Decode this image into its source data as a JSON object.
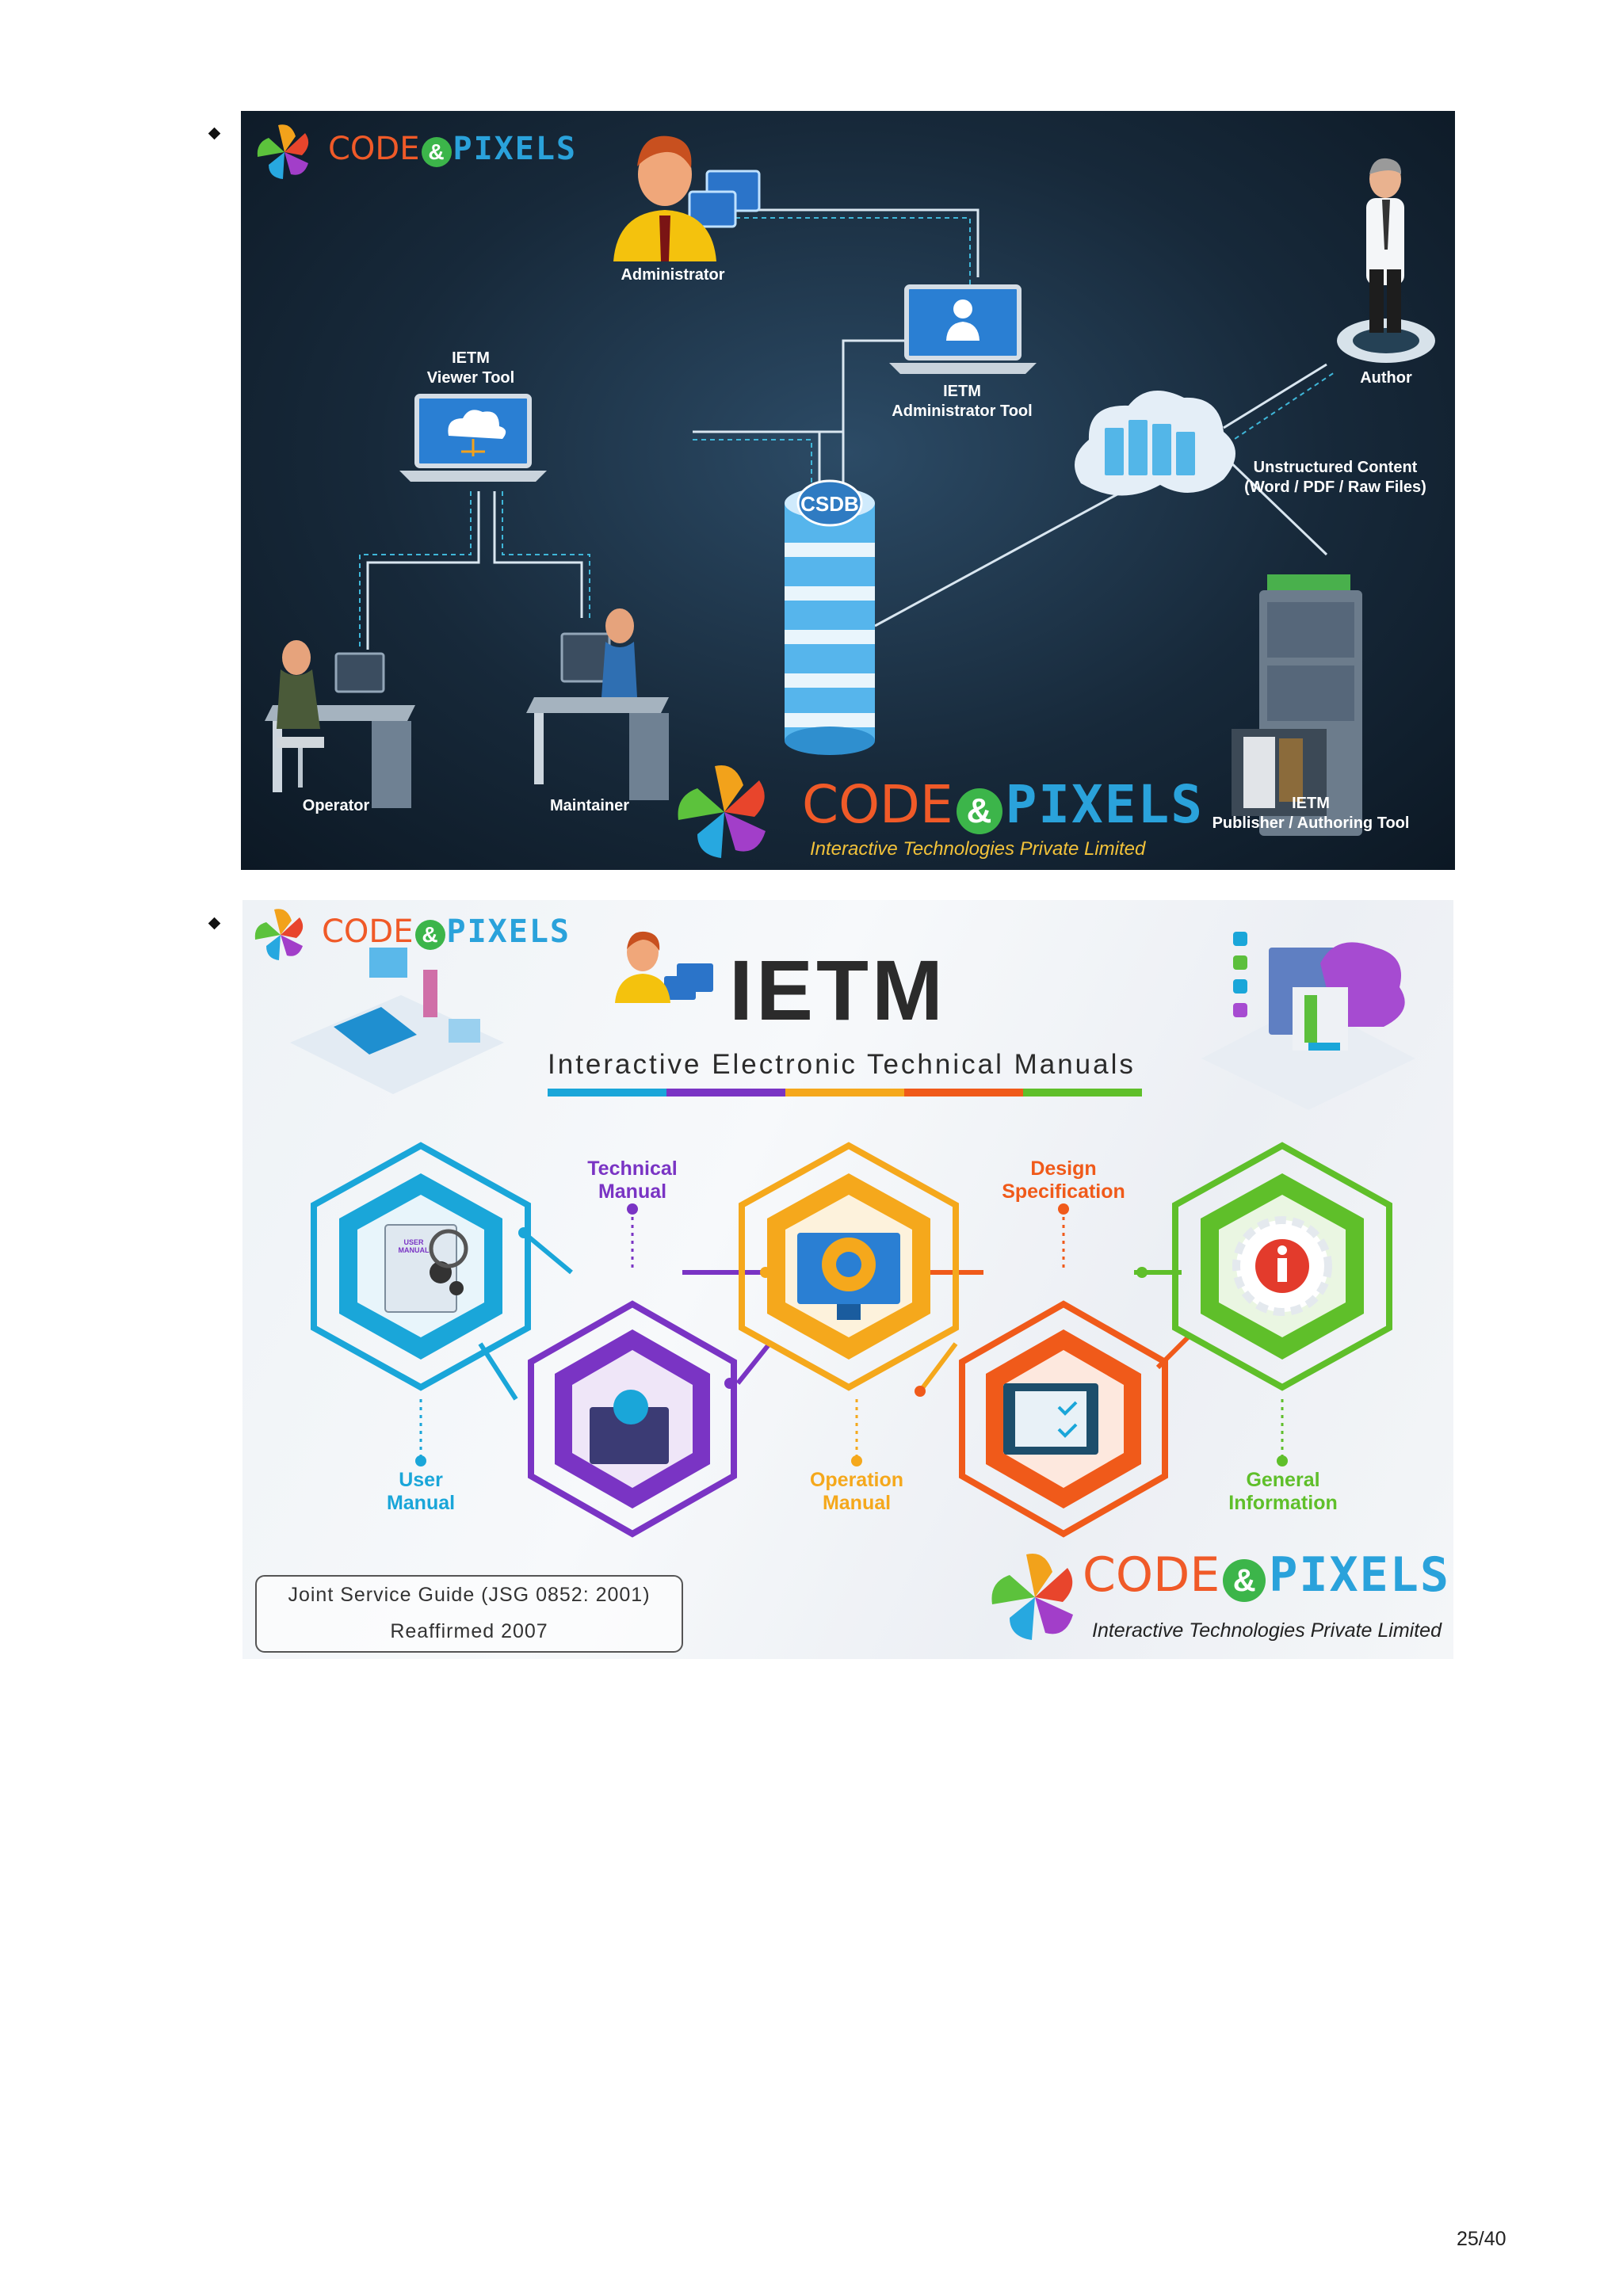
{
  "brand": {
    "code": "CODE",
    "amp": "&",
    "pixels": "PIXELS",
    "tagline": "Interactive Technologies Private Limited"
  },
  "slide1": {
    "labels": {
      "administrator": "Administrator",
      "ietm_viewer_tool": "IETM\nViewer Tool",
      "ietm_administrator_tool": "IETM\nAdministrator Tool",
      "author": "Author",
      "unstructured_content": "Unstructured Content\n(Word / PDF / Raw Files)",
      "csdb": "CSDB",
      "operator": "Operator",
      "maintainer": "Maintainer",
      "ietm_publisher": "IETM\nPublisher / Authoring Tool"
    }
  },
  "slide2": {
    "title": "IETM",
    "subtitle": "Interactive Electronic Technical Manuals",
    "user_manual_card": "USER\nMANUAL",
    "hex_labels": {
      "technical_manual": "Technical\nManual",
      "design_specification": "Design\nSpecification",
      "user_manual": "User\nManual",
      "operation_manual": "Operation\nManual",
      "general_information": "General\nInformation"
    },
    "guide": {
      "line1": "Joint Service Guide (JSG 0852: 2001)",
      "line2": "Reaffirmed 2007"
    },
    "colors": {
      "cyan": "#1aa6d9",
      "purple": "#7a34c4",
      "yellow": "#f5a81c",
      "orange": "#f05a1a",
      "green": "#5fbf2a"
    }
  },
  "page_number": "25/40"
}
